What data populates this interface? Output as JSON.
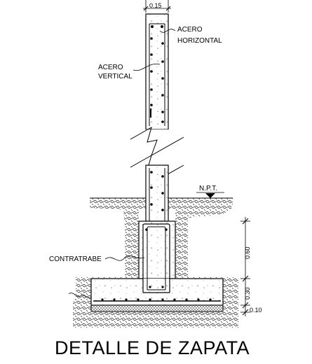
{
  "drawing": {
    "title": "DETALLE DE ZAPATA",
    "labels": {
      "acero_horizontal_line1": "ACERO",
      "acero_horizontal_line2": "HORIZONTAL",
      "acero_vertical_line1": "ACERO",
      "acero_vertical_line2": "VERTICAL",
      "npt": "N.P.T.",
      "contratrabe": "CONTRATRABE"
    },
    "dimensions": {
      "wall_width": "0.15",
      "contratrabe_height": "0.60",
      "footing_height": "0.30",
      "plantilla_height": "0.10"
    }
  }
}
